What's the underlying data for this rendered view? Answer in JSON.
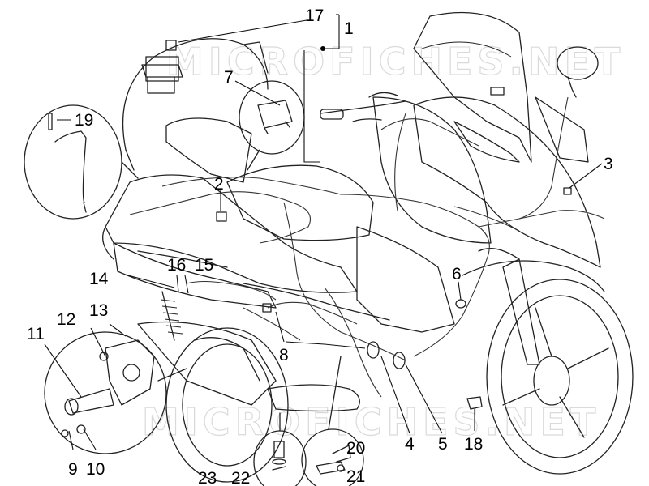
{
  "watermark": "MICROFICHES.NET",
  "callouts": [
    "1",
    "2",
    "3",
    "4",
    "5",
    "6",
    "7",
    "8",
    "9",
    "10",
    "11",
    "12",
    "13",
    "14",
    "15",
    "16",
    "17",
    "18",
    "19",
    "20",
    "21",
    "22",
    "23"
  ],
  "colors": {
    "ink": "#222222",
    "watermark": "#bdbdbd",
    "background": "#ffffff"
  }
}
